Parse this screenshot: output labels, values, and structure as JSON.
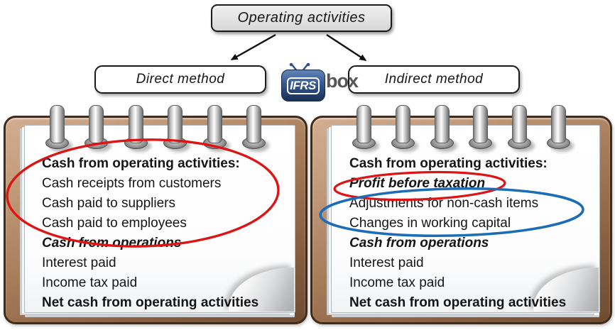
{
  "flowchart": {
    "title": "Operating activities",
    "direct_label": "Direct method",
    "indirect_label": "Indirect method"
  },
  "logo": {
    "tv_text": "IFRS",
    "suffix_text": "box"
  },
  "direct_pad": {
    "heading": "Cash from operating activities:",
    "lines": [
      "Cash receipts from customers",
      "Cash paid to suppliers",
      "Cash paid to employees",
      "Cash from operations",
      "Interest paid",
      "Income tax paid",
      "Net cash from operating activities"
    ]
  },
  "indirect_pad": {
    "heading": "Cash from operating activities:",
    "lines": [
      "Profit before taxation",
      "Adjustments for non-cash items",
      "Changes in working capital",
      "Cash from operations",
      "Interest paid",
      "Income tax paid",
      "Net cash from operating activities"
    ]
  },
  "colors": {
    "annotation_red": "#dd1414",
    "annotation_blue": "#1c6cb8",
    "arrow_black": "#111111",
    "frame_brown": "#8a5f41",
    "logo_blue": "#2d4f86"
  }
}
